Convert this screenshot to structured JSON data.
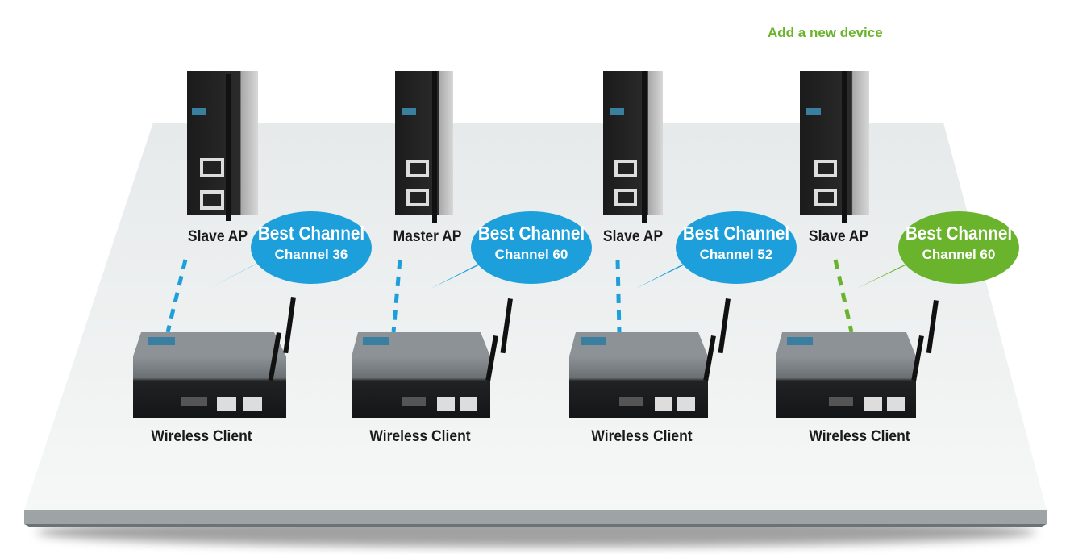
{
  "header": {
    "add_device_label": "Add a new device"
  },
  "colors": {
    "blue": "#1d9fdc",
    "green": "#6ab42d",
    "platform": "#ecefef"
  },
  "access_points": [
    {
      "label": "Slave AP"
    },
    {
      "label": "Master AP"
    },
    {
      "label": "Slave AP"
    },
    {
      "label": "Slave AP"
    }
  ],
  "bubbles": [
    {
      "title": "Best Channel",
      "channel": "Channel 36",
      "color": "blue"
    },
    {
      "title": "Best Channel",
      "channel": "Channel 60",
      "color": "blue"
    },
    {
      "title": "Best Channel",
      "channel": "Channel 52",
      "color": "blue"
    },
    {
      "title": "Best Channel",
      "channel": "Channel 60",
      "color": "green"
    }
  ],
  "clients": [
    {
      "label": "Wireless Client"
    },
    {
      "label": "Wireless Client"
    },
    {
      "label": "Wireless Client"
    },
    {
      "label": "Wireless Client"
    }
  ]
}
